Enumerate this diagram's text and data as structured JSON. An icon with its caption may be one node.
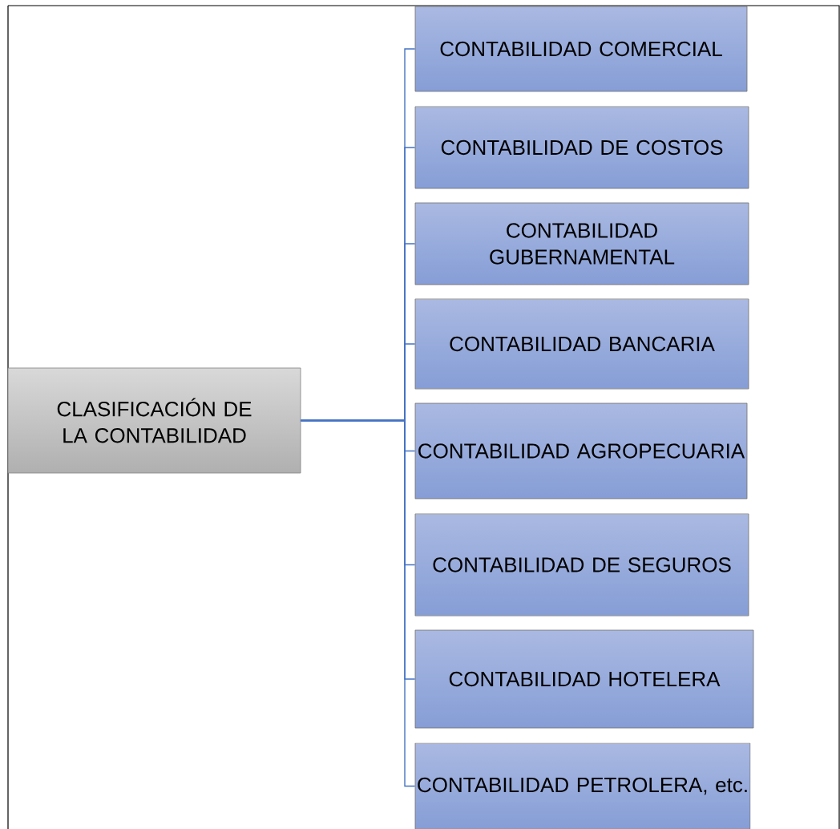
{
  "diagram": {
    "nodes": [
      {
        "text": [
          "CLASIFICACIÓN DE LA CONTABILIDAD"
        ]
      },
      {
        "text": [
          "CONTABILIDAD COMERCIAL"
        ]
      },
      {
        "text": [
          "CONTABILIDAD DE COSTOS"
        ]
      },
      {
        "text": [
          "CONTABILIDAD GUBERNAMENTAL"
        ]
      },
      {
        "text": [
          "CONTABILIDAD BANCARIA"
        ]
      },
      {
        "text": [
          "CONTABILIDAD AGROPECUARIA"
        ]
      },
      {
        "text": [
          "CONTABILIDAD DE SEGUROS"
        ]
      },
      {
        "text": [
          "CONTABILIDAD HOTELERA"
        ]
      },
      {
        "text": [
          "CONTABILIDAD PETROLERA, etc."
        ]
      }
    ],
    "edges": [
      {
        "from": 0,
        "to": 1,
        "arrow": "none"
      },
      {
        "from": 0,
        "to": 2,
        "arrow": "none"
      },
      {
        "from": 0,
        "to": 3,
        "arrow": "none"
      },
      {
        "from": 0,
        "to": 4,
        "arrow": "none"
      },
      {
        "from": 0,
        "to": 5,
        "arrow": "none"
      },
      {
        "from": 0,
        "to": 6,
        "arrow": "none"
      },
      {
        "from": 0,
        "to": 7,
        "arrow": "none"
      },
      {
        "from": 0,
        "to": 8,
        "arrow": "none"
      }
    ]
  }
}
